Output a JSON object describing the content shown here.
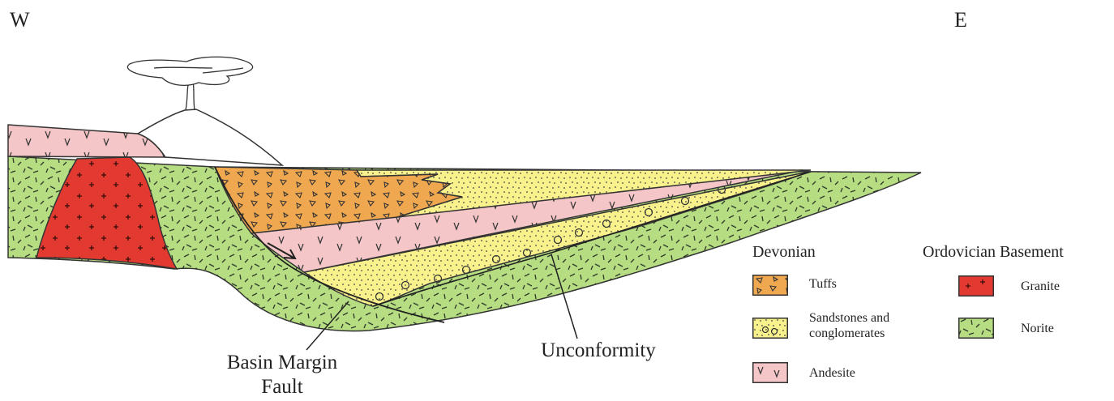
{
  "orientation": {
    "west": "W",
    "east": "E"
  },
  "callouts": {
    "fault_line1": "Basin Margin",
    "fault_line2": "Fault",
    "unconformity": "Unconformity"
  },
  "legend": {
    "devonian": {
      "heading": "Devonian",
      "items": [
        {
          "label": "Tuffs",
          "color": "#f0a850"
        },
        {
          "label_line1": "Sandstones and",
          "label_line2": "conglomerates",
          "color": "#f9f28c"
        },
        {
          "label": "Andesite",
          "color": "#f4c6c8"
        }
      ]
    },
    "ordovician": {
      "heading": "Ordovician Basement",
      "items": [
        {
          "label": "Granite",
          "color": "#e23a30"
        },
        {
          "label": "Norite",
          "color": "#b6dd82"
        }
      ]
    }
  },
  "colors": {
    "tuffs": "#f0a850",
    "sandstone": "#f9f28c",
    "andesite": "#f4c6c8",
    "granite": "#e23a30",
    "norite": "#b6dd82",
    "line": "#333333"
  }
}
